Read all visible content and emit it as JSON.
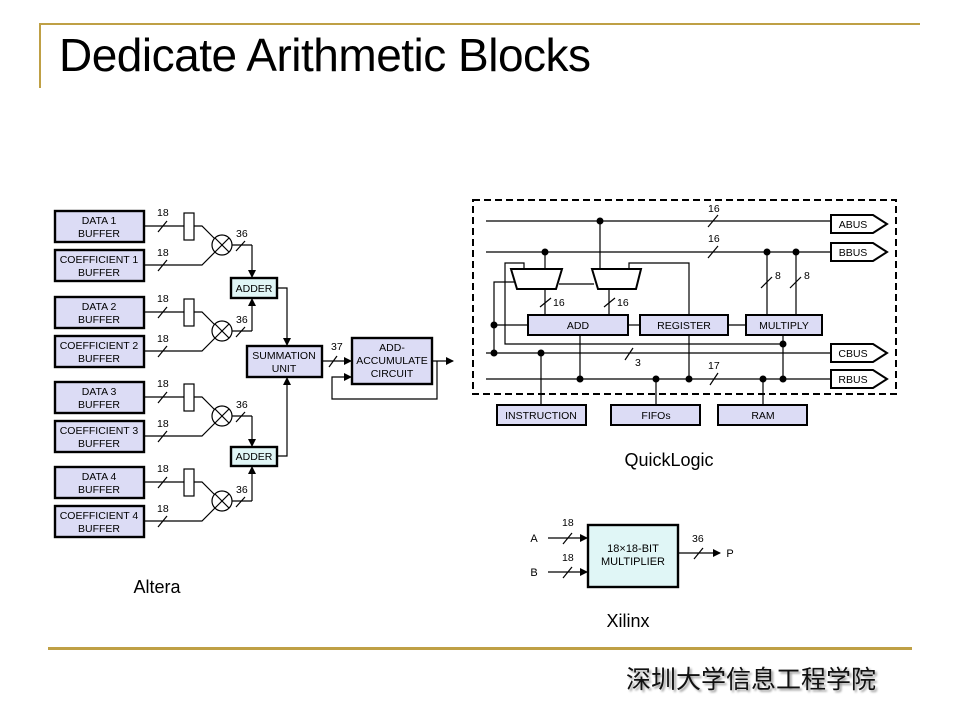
{
  "slide": {
    "title": "Dedicate Arithmetic Blocks",
    "footer": "深圳大学信息工程学院"
  },
  "colors": {
    "accent_gold": "#bfa045",
    "block_fill": "#dcdcf5",
    "adder_fill": "#e0f6f6"
  },
  "altera": {
    "label": "Altera",
    "pairs": [
      {
        "data_line1": "DATA 1",
        "data_line2": "BUFFER",
        "coef_line1": "COEFFICIENT 1",
        "coef_line2": "BUFFER",
        "data_width": "18",
        "coef_width": "18",
        "product_width": "36"
      },
      {
        "data_line1": "DATA 2",
        "data_line2": "BUFFER",
        "coef_line1": "COEFFICIENT 2",
        "coef_line2": "BUFFER",
        "data_width": "18",
        "coef_width": "18",
        "product_width": "36"
      },
      {
        "data_line1": "DATA 3",
        "data_line2": "BUFFER",
        "coef_line1": "COEFFICIENT 3",
        "coef_line2": "BUFFER",
        "data_width": "18",
        "coef_width": "18",
        "product_width": "36"
      },
      {
        "data_line1": "DATA 4",
        "data_line2": "BUFFER",
        "coef_line1": "COEFFICIENT 4",
        "coef_line2": "BUFFER",
        "data_width": "18",
        "coef_width": "18",
        "product_width": "36"
      }
    ],
    "adders": [
      {
        "label": "ADDER"
      },
      {
        "label": "ADDER"
      }
    ],
    "summation": {
      "line1": "SUMMATION",
      "line2": "UNIT",
      "out_width": "37"
    },
    "accumulator": {
      "line1": "ADD-",
      "line2": "ACCUMULATE",
      "line3": "CIRCUIT"
    }
  },
  "quicklogic": {
    "label": "QuickLogic",
    "buses": [
      {
        "name": "ABUS",
        "width": "16"
      },
      {
        "name": "BBUS",
        "width": "16"
      },
      {
        "name": "CBUS",
        "width": "3"
      },
      {
        "name": "RBUS",
        "width": "17"
      }
    ],
    "blocks": {
      "add": "ADD",
      "register": "REGISTER",
      "multiply": "MULTIPLY"
    },
    "mux_out_widths": [
      "16",
      "16"
    ],
    "multiply_in_widths": [
      "8",
      "8"
    ],
    "io": {
      "instruction": "INSTRUCTION",
      "fifos": "FIFOs",
      "ram": "RAM"
    }
  },
  "xilinx": {
    "label": "Xilinx",
    "inputs": [
      {
        "name": "A",
        "width": "18"
      },
      {
        "name": "B",
        "width": "18"
      }
    ],
    "block": {
      "line1": "18×18-BIT",
      "line2": "MULTIPLIER"
    },
    "output": {
      "name": "P",
      "width": "36"
    }
  }
}
